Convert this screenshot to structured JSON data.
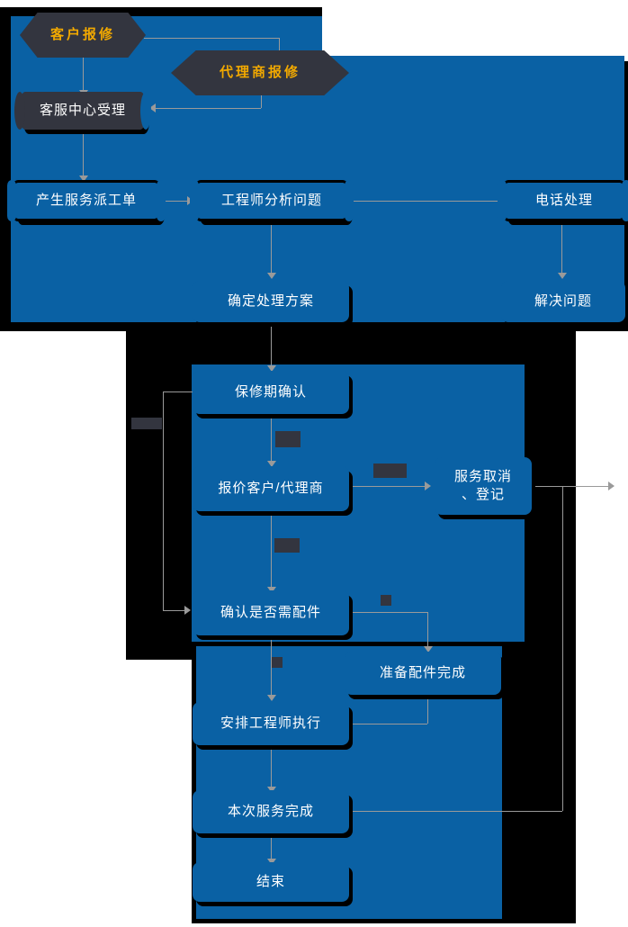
{
  "diagram": {
    "title": "售后服务流程图",
    "palette": {
      "plate_blue": "#0a61a4",
      "plate_black": "#000000",
      "node_dark": "#33353f",
      "accent_yellow": "#f2a900",
      "connector_gray": "#9a9a9a",
      "node_text": "#ffffff"
    }
  },
  "nodes": {
    "customer_report": {
      "label": "客户报修",
      "shape": "hexagon",
      "text_color": "#f2a900"
    },
    "agent_report": {
      "label": "代理商报修",
      "shape": "hexagon",
      "text_color": "#f2a900"
    },
    "service_center": {
      "label": "客服中心受理",
      "shape": "flag",
      "text_color": "#ffffff"
    },
    "create_work_order": {
      "label": "产生服务派工单",
      "shape": "torn",
      "text_color": "#ffffff"
    },
    "engineer_analyze": {
      "label": "工程师分析问题",
      "shape": "torn",
      "text_color": "#ffffff"
    },
    "phone_handle": {
      "label": "电话处理",
      "shape": "torn",
      "text_color": "#ffffff"
    },
    "decide_solution": {
      "label": "确定处理方案",
      "shape": "process",
      "text_color": "#ffffff"
    },
    "problem_solved": {
      "label": "解决问题",
      "shape": "process",
      "text_color": "#ffffff"
    },
    "warranty_confirm": {
      "label": "保修期确认",
      "shape": "process",
      "text_color": "#ffffff"
    },
    "quote_customer_agent": {
      "label": "报价客户/代理商",
      "shape": "process",
      "text_color": "#ffffff"
    },
    "service_cancel_log": {
      "label": "服务取消\n、登记",
      "shape": "process",
      "text_color": "#ffffff"
    },
    "need_parts_confirm": {
      "label": "确认是否需配件",
      "shape": "process",
      "text_color": "#ffffff"
    },
    "parts_ready": {
      "label": "准备配件完成",
      "shape": "process",
      "text_color": "#ffffff"
    },
    "dispatch_engineer": {
      "label": "安排工程师执行",
      "shape": "process",
      "text_color": "#ffffff"
    },
    "service_done": {
      "label": "本次服务完成",
      "shape": "process",
      "text_color": "#ffffff"
    },
    "end": {
      "label": "结束",
      "shape": "process",
      "text_color": "#ffffff"
    }
  },
  "edge_labels": [
    {
      "id": "label-warranty-to-quote",
      "label": "",
      "redacted": true
    },
    {
      "id": "label-quote-to-cancel",
      "label": "",
      "redacted": true
    },
    {
      "id": "label-quote-to-parts",
      "label": "",
      "redacted": true
    },
    {
      "id": "label-loopback",
      "label": "",
      "redacted": true
    },
    {
      "id": "label-parts-yes",
      "label": "",
      "redacted": true
    },
    {
      "id": "label-parts-no",
      "label": "",
      "redacted": true
    }
  ],
  "flow": [
    {
      "from": "customer_report",
      "to": "service_center"
    },
    {
      "from": "customer_report",
      "to": "agent_report"
    },
    {
      "from": "agent_report",
      "to": "service_center"
    },
    {
      "from": "service_center",
      "to": "create_work_order"
    },
    {
      "from": "create_work_order",
      "to": "engineer_analyze"
    },
    {
      "from": "engineer_analyze",
      "to": "phone_handle"
    },
    {
      "from": "engineer_analyze",
      "to": "decide_solution"
    },
    {
      "from": "phone_handle",
      "to": "problem_solved"
    },
    {
      "from": "decide_solution",
      "to": "warranty_confirm"
    },
    {
      "from": "warranty_confirm",
      "to": "quote_customer_agent"
    },
    {
      "from": "quote_customer_agent",
      "to": "service_cancel_log"
    },
    {
      "from": "quote_customer_agent",
      "to": "need_parts_confirm"
    },
    {
      "from": "need_parts_confirm",
      "to": "parts_ready"
    },
    {
      "from": "need_parts_confirm",
      "to": "dispatch_engineer"
    },
    {
      "from": "parts_ready",
      "to": "dispatch_engineer"
    },
    {
      "from": "dispatch_engineer",
      "to": "service_done"
    },
    {
      "from": "service_done",
      "to": "end"
    },
    {
      "from": "warranty_confirm",
      "to": "need_parts_confirm"
    }
  ]
}
